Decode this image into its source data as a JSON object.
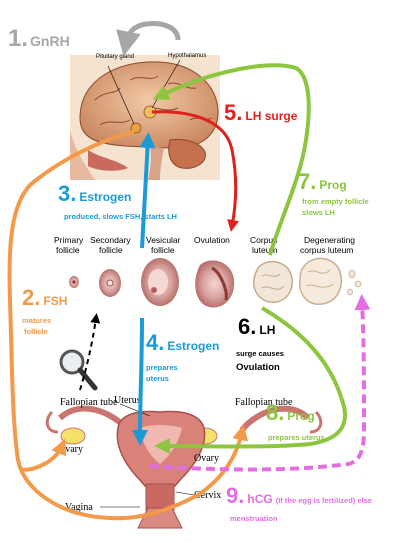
{
  "colors": {
    "gray": "#a6a6a6",
    "red": "#e0201b",
    "blue": "#1a9bd7",
    "orange": "#f29a4a",
    "green": "#8cc63f",
    "magenta": "#e36ee3",
    "black": "#000000",
    "tissue": "#d9a3a0",
    "tissueDark": "#a8605c",
    "corpus": "#f2e6d8"
  },
  "brain": {
    "label_pituitary": "Pituitary gland",
    "label_hypothalamus": "Hypothalamus"
  },
  "steps": {
    "s1": {
      "num": "1.",
      "title": "GnRH"
    },
    "s2": {
      "num": "2.",
      "title": "FSH",
      "desc_line1": "matures",
      "desc_line2": "follicle"
    },
    "s3": {
      "num": "3.",
      "title": "Estrogen",
      "desc": "produced,  slows FSH,   starts LH"
    },
    "s4": {
      "num": "4.",
      "title": "Estrogen",
      "desc_line1": "prepares",
      "desc_line2": "uterus"
    },
    "s5": {
      "num": "5.",
      "title": "LH surge"
    },
    "s6": {
      "num": "6.",
      "title": "LH",
      "desc_line1": "surge causes",
      "desc_line2": "Ovulation"
    },
    "s7": {
      "num": "7.",
      "title": "Prog",
      "desc_line1": "from empty follicle",
      "desc_line2": "slows LH"
    },
    "s8": {
      "num": "8.",
      "title": "Prog",
      "desc": "prepares  uterus"
    },
    "s9": {
      "num": "9.",
      "title": "hCG",
      "desc_small": "(If the egg is fertilized) else",
      "desc_line2": "menstruation"
    }
  },
  "stages": [
    {
      "line1": "Primary",
      "line2": "follicle"
    },
    {
      "line1": "Secondary",
      "line2": "follicle"
    },
    {
      "line1": "Vesicular",
      "line2": "follicle"
    },
    {
      "line1": "Ovulation",
      "line2": ""
    },
    {
      "line1": "Corpus",
      "line2": "luteum"
    },
    {
      "line1": "Degenerating",
      "line2": "corpus luteum"
    }
  ],
  "uterus": {
    "label_uterus": "Uterus",
    "label_fallopian_left": "Fallopian tube",
    "label_fallopian_right": "Fallopian tube",
    "label_ovary_left": "Ovary",
    "label_ovary_right": "Ovary",
    "label_vagina": "Vagina",
    "label_cervix": "Cervix"
  }
}
